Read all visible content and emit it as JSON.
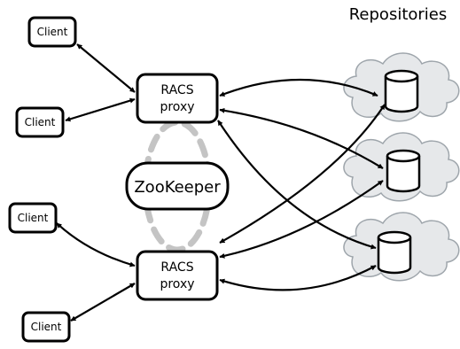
{
  "repositories_title": "Repositories",
  "clients": [
    {
      "label": "Client"
    },
    {
      "label": "Client"
    },
    {
      "label": "Client"
    },
    {
      "label": "Client"
    }
  ],
  "proxies": [
    {
      "line1": "RACS",
      "line2": "proxy"
    },
    {
      "line1": "RACS",
      "line2": "proxy"
    }
  ],
  "zookeeper": {
    "label": "ZooKeeper"
  },
  "repository_count": 3,
  "colors": {
    "stroke": "#000000",
    "cloud_fill": "#e6e8ea",
    "cloud_stroke": "#9ea5ab",
    "zookeeper_ring": "#c4c4c4"
  },
  "icons": [
    "cloud-icon",
    "database-icon"
  ]
}
